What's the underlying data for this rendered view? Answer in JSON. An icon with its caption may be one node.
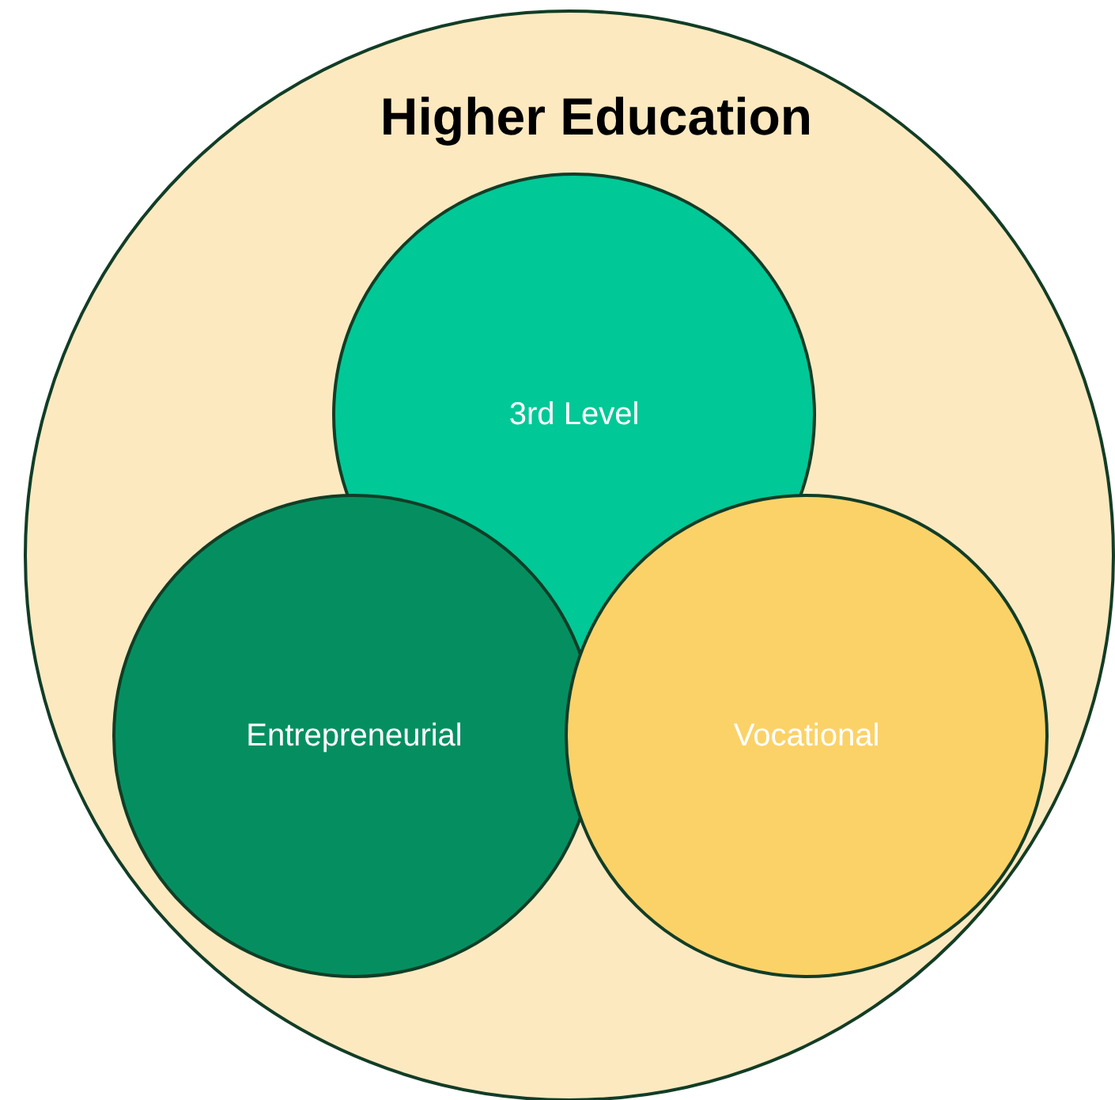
{
  "diagram": {
    "nodes": [
      {
        "text": [
          "Higher Education"
        ]
      },
      {
        "text": [
          "3rd Level"
        ],
        "in": 0
      },
      {
        "text": [
          "Entrepreneurial"
        ],
        "in": 0
      },
      {
        "text": [
          "Vocational"
        ],
        "in": 0
      }
    ]
  }
}
